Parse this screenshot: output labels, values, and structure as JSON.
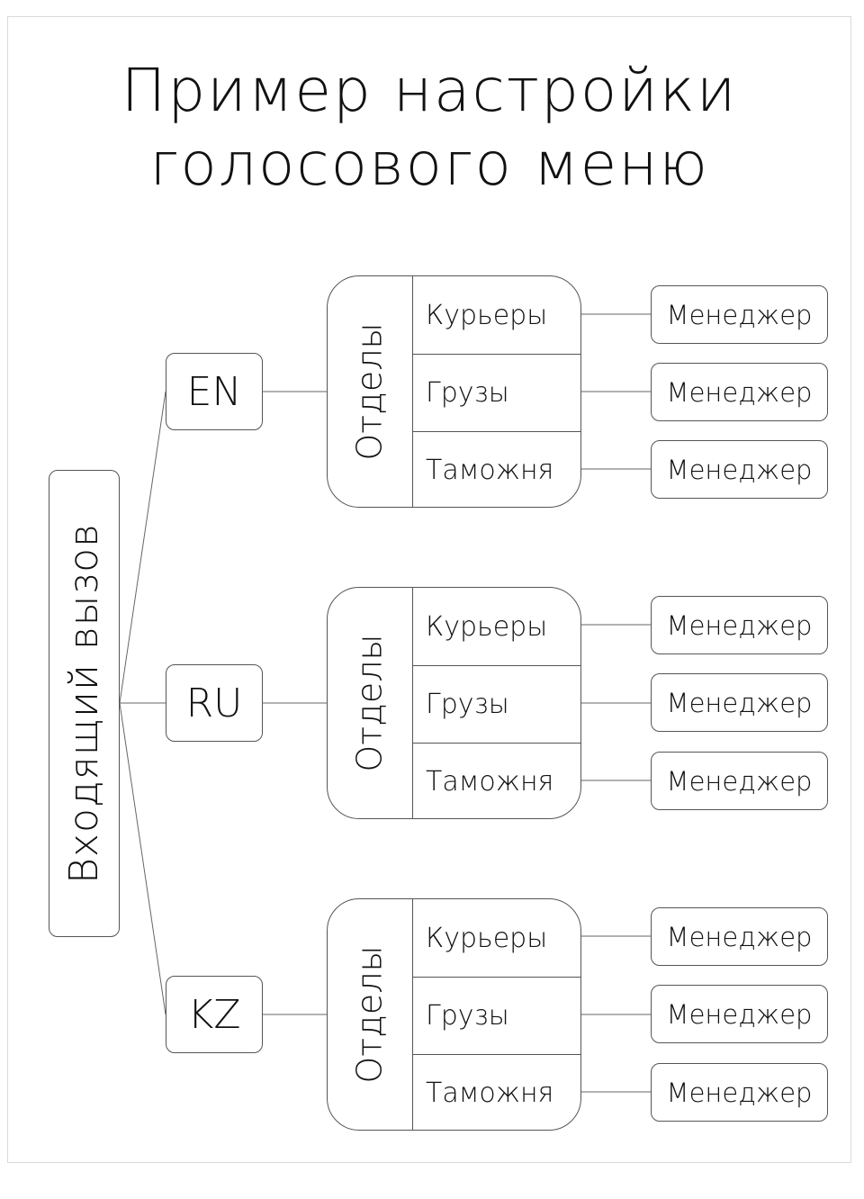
{
  "title": {
    "line1": "Пример настройки",
    "line2": "голосового меню"
  },
  "root": {
    "label": "Входящий вызов"
  },
  "branches": [
    {
      "lang": "EN",
      "group_label": "Отделы",
      "departments": [
        "Курьеры",
        "Грузы",
        "Таможня"
      ],
      "managers": [
        "Менеджер",
        "Менеджер",
        "Менеджер"
      ]
    },
    {
      "lang": "RU",
      "group_label": "Отделы",
      "departments": [
        "Курьеры",
        "Грузы",
        "Таможня"
      ],
      "managers": [
        "Менеджер",
        "Менеджер",
        "Менеджер"
      ]
    },
    {
      "lang": "KZ",
      "group_label": "Отделы",
      "departments": [
        "Курьеры",
        "Грузы",
        "Таможня"
      ],
      "managers": [
        "Менеджер",
        "Менеджер",
        "Менеджер"
      ]
    }
  ]
}
